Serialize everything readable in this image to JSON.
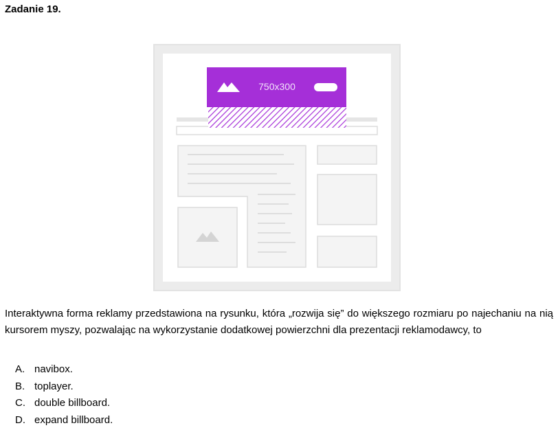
{
  "task": {
    "title": "Zadanie 19."
  },
  "figure": {
    "ad_size_label": "750x300",
    "colors": {
      "ad_primary": "#a52fd8",
      "ad_hatch": "#a52fd8",
      "frame_border": "#e3e3e3",
      "frame_inner": "#ffffff",
      "placeholder_fill": "#f3f3f3",
      "placeholder_border": "#dcdcdc",
      "line": "#e2e2e2",
      "ad_label_text": "#f2e3fa"
    },
    "icons": [
      "mountain-image-icon",
      "pill-button-icon",
      "placeholder-image-icon"
    ]
  },
  "question": {
    "text": "Interaktywna forma reklamy przedstawiona na rysunku, która „rozwija się” do większego rozmiaru po najechaniu na nią kursorem myszy, pozwalając na wykorzystanie dodatkowej powierzchni dla prezentacji reklamodawcy, to"
  },
  "answers": [
    {
      "letter": "A.",
      "text": "navibox."
    },
    {
      "letter": "B.",
      "text": "toplayer."
    },
    {
      "letter": "C.",
      "text": "double billboard."
    },
    {
      "letter": "D.",
      "text": "expand billboard."
    }
  ]
}
